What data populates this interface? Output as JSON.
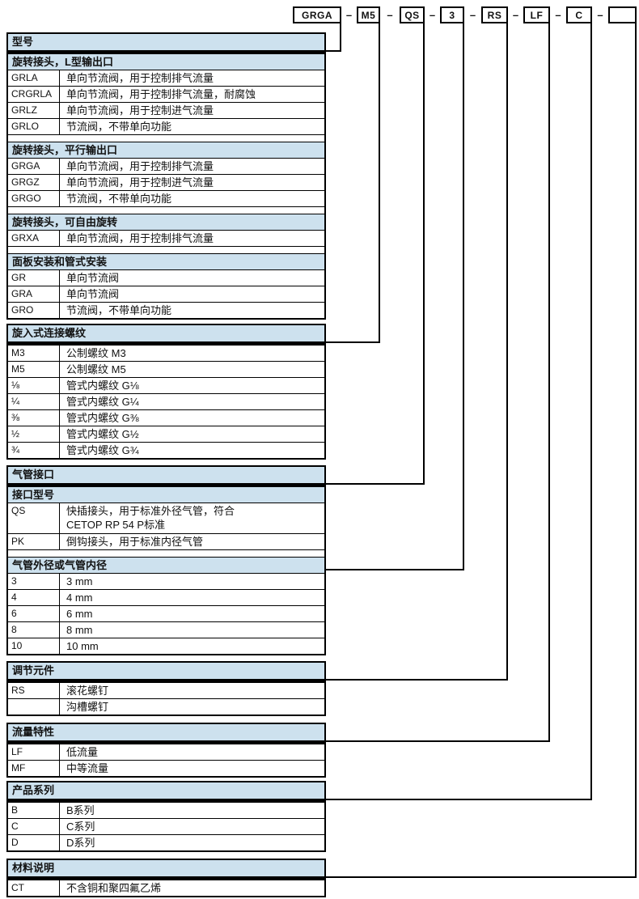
{
  "code_bar": {
    "separator": "–",
    "boxes": [
      {
        "label": "GRGA"
      },
      {
        "label": "M5"
      },
      {
        "label": "QS"
      },
      {
        "label": "3"
      },
      {
        "label": "RS"
      },
      {
        "label": "LF"
      },
      {
        "label": "C"
      },
      {
        "label": ""
      }
    ]
  },
  "colors": {
    "header_blue": "#cde1ee",
    "line_black": "#000000",
    "background": "#ffffff"
  },
  "sections": [
    {
      "title": "型号",
      "groups": [
        {
          "subtitle": "旋转接头，L型输出口",
          "rows": [
            [
              "GRLA",
              "单向节流阀，用于控制排气流量"
            ],
            [
              "CRGRLA",
              "单向节流阀，用于控制排气流量，耐腐蚀"
            ],
            [
              "GRLZ",
              "单向节流阀，用于控制进气流量"
            ],
            [
              "GRLO",
              "节流阀，不带单向功能"
            ]
          ]
        },
        {
          "subtitle": "旋转接头，平行输出口",
          "rows": [
            [
              "GRGA",
              "单向节流阀，用于控制排气流量"
            ],
            [
              "GRGZ",
              "单向节流阀，用于控制进气流量"
            ],
            [
              "GRGO",
              "节流阀，不带单向功能"
            ]
          ]
        },
        {
          "subtitle": "旋转接头，可自由旋转",
          "rows": [
            [
              "GRXA",
              "单向节流阀，用于控制排气流量"
            ]
          ]
        },
        {
          "subtitle": "面板安装和管式安装",
          "rows": [
            [
              "GR",
              "单向节流阀"
            ],
            [
              "GRA",
              "单向节流阀"
            ],
            [
              "GRO",
              "节流阀，不带单向功能"
            ]
          ]
        }
      ]
    },
    {
      "title": "旋入式连接螺纹",
      "groups": [
        {
          "rows": [
            [
              "M3",
              "公制螺纹 M3"
            ],
            [
              "M5",
              "公制螺纹 M5"
            ],
            [
              "⅛",
              "管式内螺纹 G⅛"
            ],
            [
              "¼",
              "管式内螺纹 G¼"
            ],
            [
              "⅜",
              "管式内螺纹 G⅜"
            ],
            [
              "½",
              "管式内螺纹 G½"
            ],
            [
              "¾",
              "管式内螺纹 G¾"
            ]
          ]
        }
      ]
    },
    {
      "title": "气管接口",
      "groups": [
        {
          "subtitle": "接口型号",
          "rows": [
            [
              "QS",
              "快插接头，用于标准外径气管，符合\nCETOP RP 54 P标准"
            ],
            [
              "PK",
              "倒钩接头，用于标准内径气管"
            ]
          ]
        },
        {
          "subtitle": "气管外径或气管内径",
          "rows": [
            [
              "3",
              "3 mm"
            ],
            [
              "4",
              "4 mm"
            ],
            [
              "6",
              "6 mm"
            ],
            [
              "8",
              "8 mm"
            ],
            [
              "10",
              "10 mm"
            ]
          ]
        }
      ]
    },
    {
      "title": "调节元件",
      "groups": [
        {
          "rows": [
            [
              "RS",
              "滚花螺钉"
            ],
            [
              "",
              "沟槽螺钉"
            ]
          ]
        }
      ]
    },
    {
      "title": "流量特性",
      "groups": [
        {
          "rows": [
            [
              "LF",
              "低流量"
            ],
            [
              "MF",
              "中等流量"
            ]
          ]
        }
      ]
    },
    {
      "title": "产品系列",
      "groups": [
        {
          "rows": [
            [
              "B",
              "B系列"
            ],
            [
              "C",
              "C系列"
            ],
            [
              "D",
              "D系列"
            ]
          ]
        }
      ]
    },
    {
      "title": "材料说明",
      "groups": [
        {
          "rows": [
            [
              "CT",
              "不含铜和聚四氟乙烯"
            ]
          ]
        }
      ]
    }
  ]
}
